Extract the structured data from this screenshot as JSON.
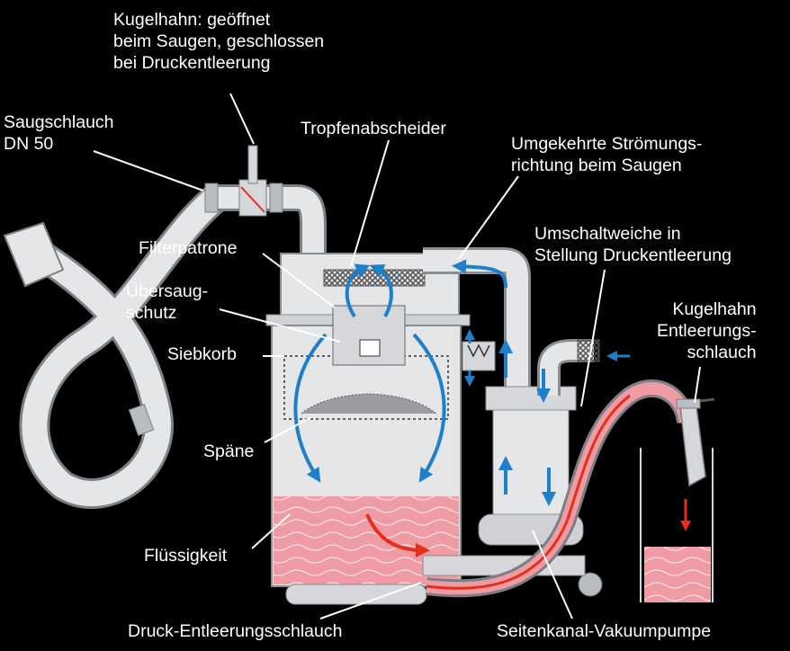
{
  "labels": {
    "kugelhahn_top": [
      "Kugelhahn: geöffnet",
      "beim Saugen, geschlossen",
      "bei Druckentleerung"
    ],
    "saugschlauch": [
      "Saugschlauch",
      "DN 50"
    ],
    "tropfenabscheider": [
      "Tropfenabscheider"
    ],
    "umgekehrte": [
      "Umgekehrte Strömungs-",
      "richtung beim Saugen"
    ],
    "umschaltweiche": [
      "Umschaltweiche in",
      "Stellung Druckentleerung"
    ],
    "filterpatrone": [
      "Filterpatrone"
    ],
    "uebersaugschutz": [
      "Übersaug-",
      "schutz"
    ],
    "siebkorb": [
      "Siebkorb"
    ],
    "kugelhahn_right": [
      "Kugelhahn",
      "Entleerungs-",
      "schlauch"
    ],
    "spaene": [
      "Späne"
    ],
    "fluessigkeit": [
      "Flüssigkeit"
    ],
    "druck_entleerungsschlauch": [
      "Druck-Entleerungsschlauch"
    ],
    "seitenkanal": [
      "Seitenkanal-Vakuumpumpe"
    ]
  },
  "colors": {
    "background": "#000000",
    "housing": "#e4e6e8",
    "housing_dark": "#b9bcc0",
    "liquid": "#ee9ba3",
    "flow_arrow": "#1f7fc9",
    "red_arrow": "#e2301b",
    "label_text": "#ffffff"
  }
}
